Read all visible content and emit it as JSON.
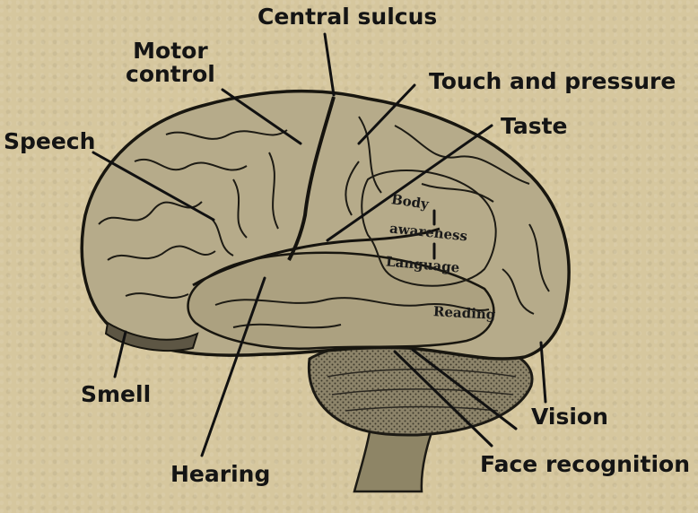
{
  "labels": {
    "central_sulcus": "Central sulcus",
    "motor_control": "Motor\ncontrol",
    "touch_and_pressure": "Touch and pressure",
    "taste": "Taste",
    "speech": "Speech",
    "smell": "Smell",
    "hearing": "Hearing",
    "vision": "Vision",
    "face_recognition": "Face recognition"
  },
  "inner_labels": {
    "body": "Body",
    "awareness": "awareness",
    "language": "Language",
    "reading": "Reading"
  },
  "colors": {
    "background": "#d6c79e",
    "ink": "#141414",
    "brain_fill": "#b3a887",
    "brain_shadow": "#6e6650"
  }
}
